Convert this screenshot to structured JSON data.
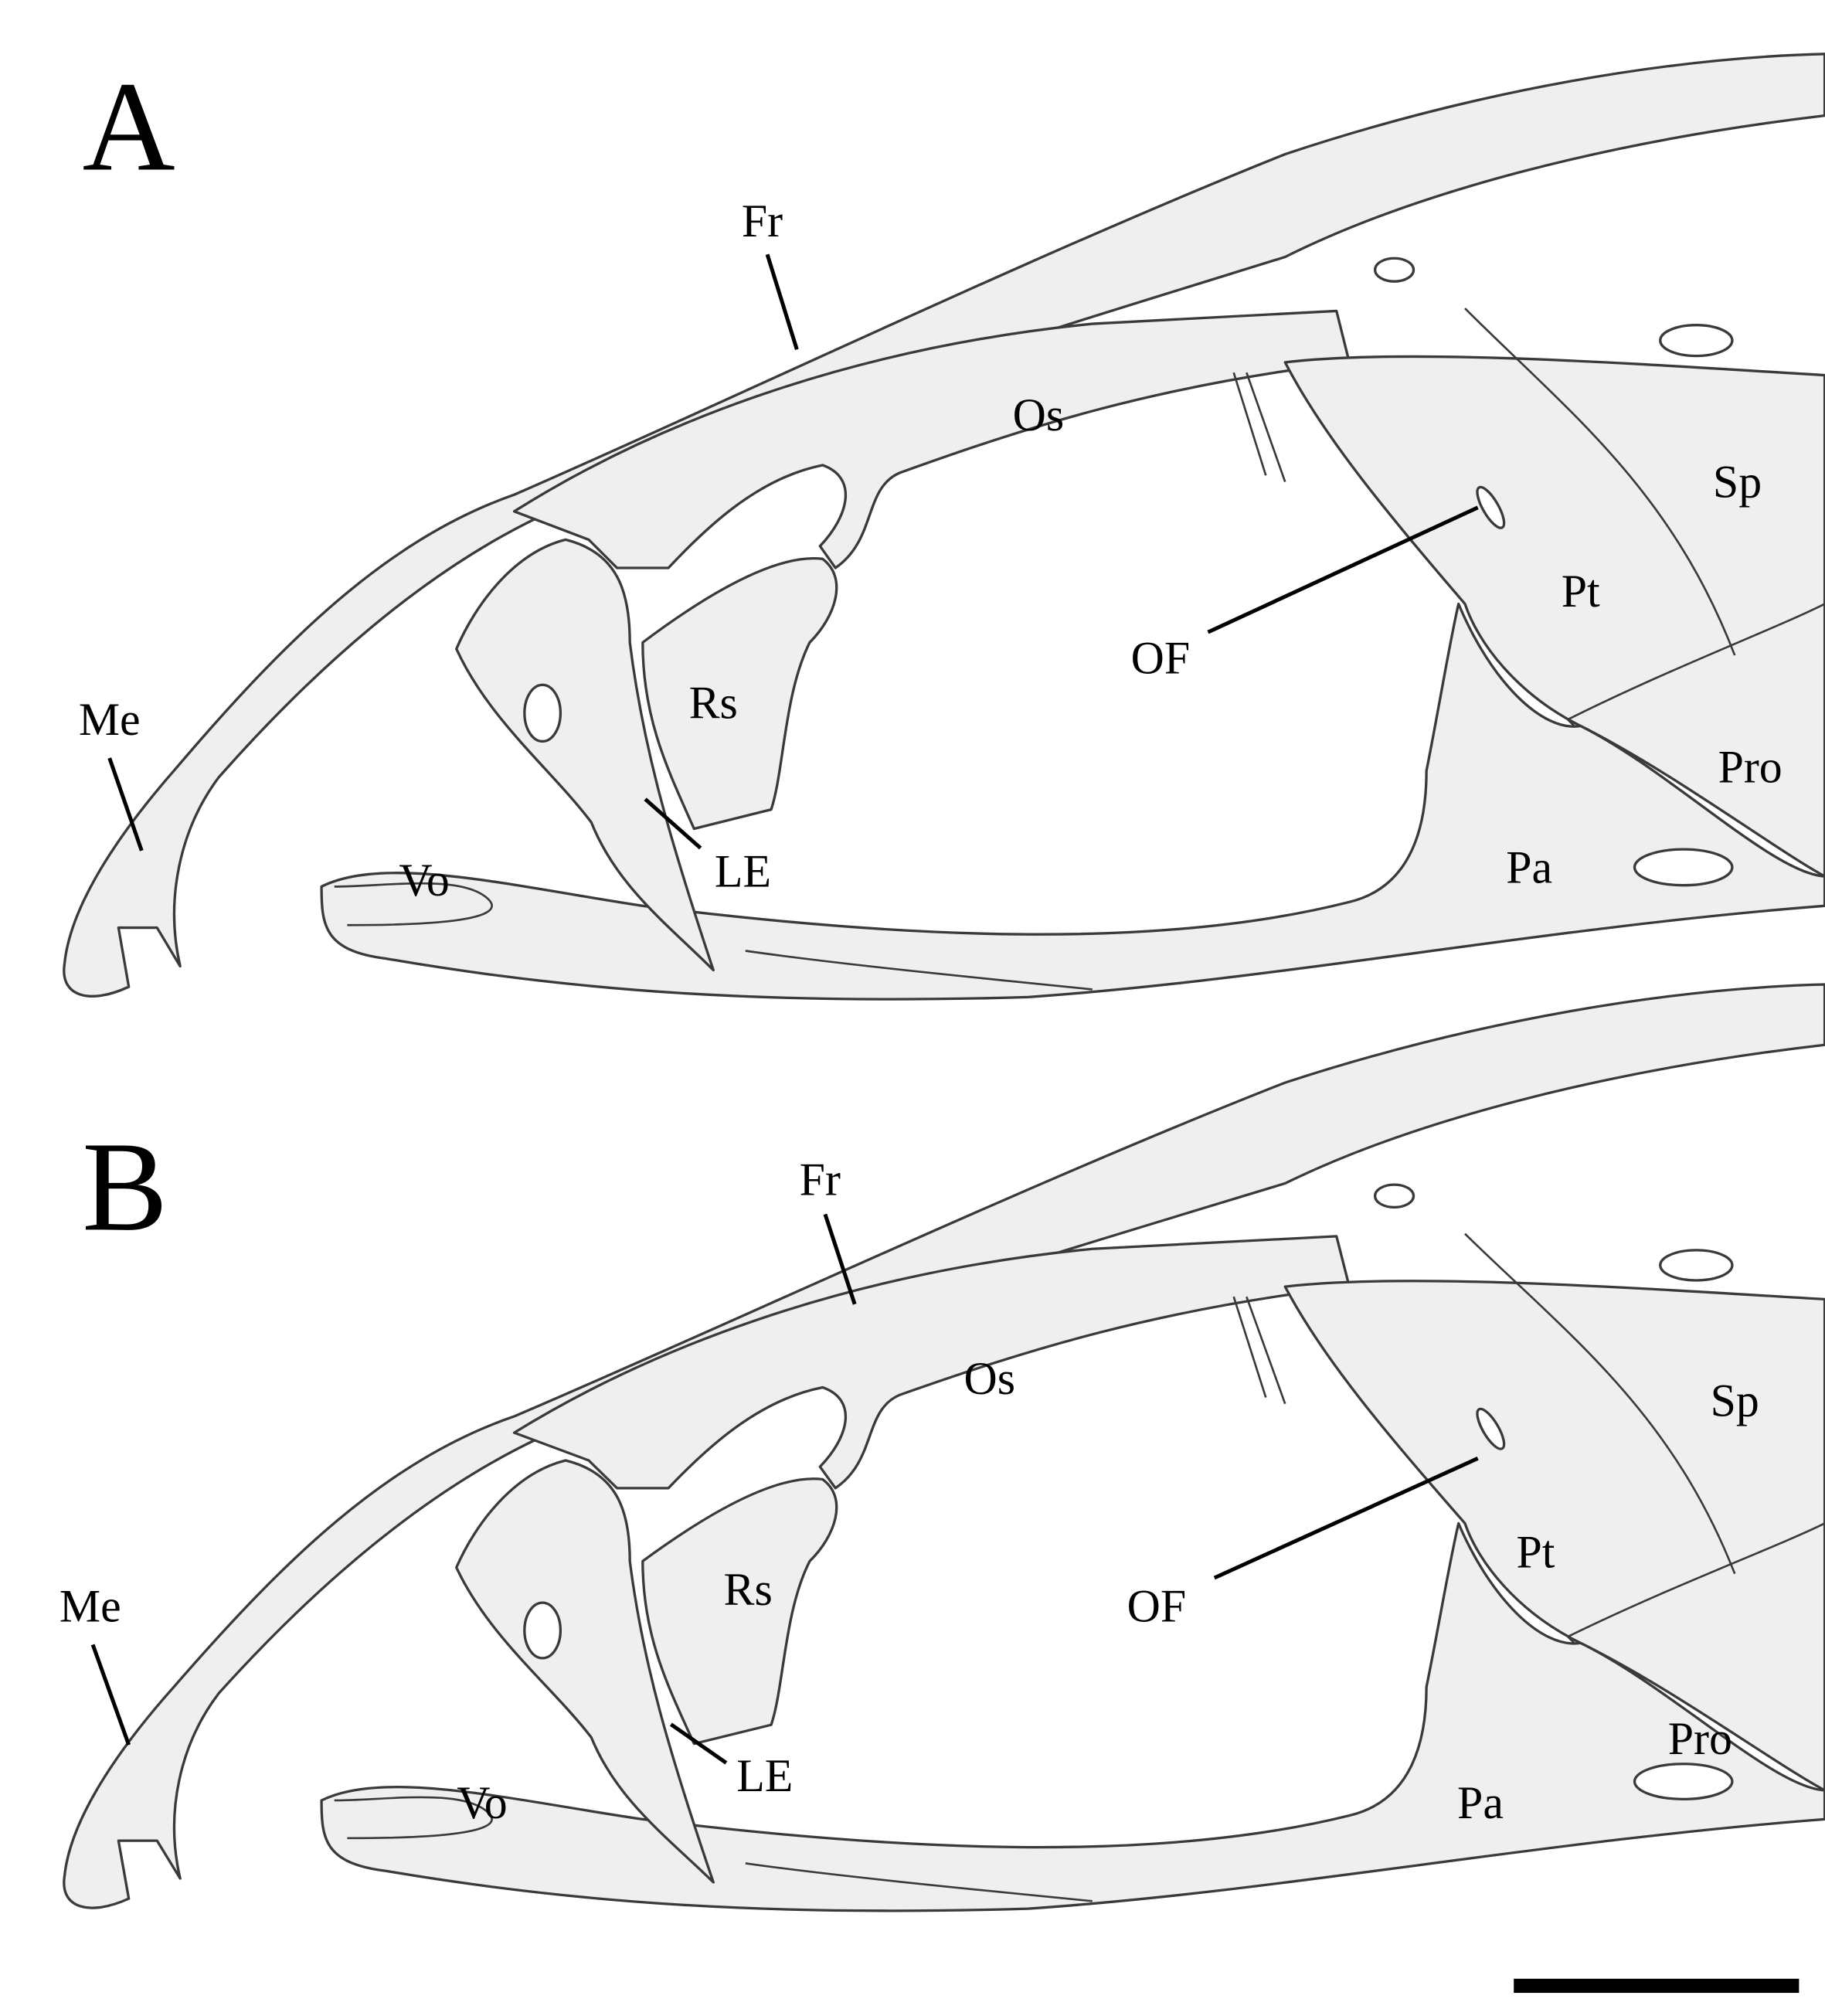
{
  "figure": {
    "panels": [
      {
        "letter": "A",
        "labels": {
          "Fr": "Fr",
          "Os": "Os",
          "Sp": "Sp",
          "Pt": "Pt",
          "OF": "OF",
          "Rs": "Rs",
          "Me": "Me",
          "LE": "LE",
          "Vo": "Vo",
          "Pa": "Pa",
          "Pro": "Pro"
        }
      },
      {
        "letter": "B",
        "labels": {
          "Fr": "Fr",
          "Os": "Os",
          "Sp": "Sp",
          "Pt": "Pt",
          "OF": "OF",
          "Rs": "Rs",
          "Me": "Me",
          "LE": "LE",
          "Vo": "Vo",
          "Pa": "Pa",
          "Pro": "Pro"
        }
      }
    ],
    "colors": {
      "bone": "#efefef",
      "outline": "#3a3a3a",
      "scale_bar": "#000000"
    }
  }
}
